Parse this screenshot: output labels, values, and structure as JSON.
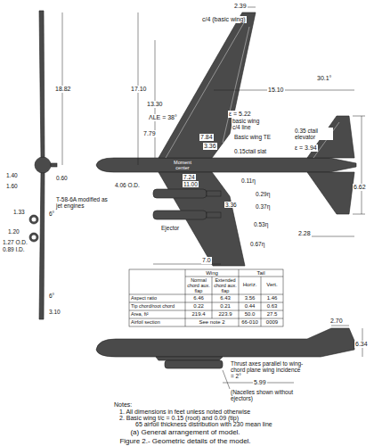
{
  "diagram": {
    "caption": "(a) General arrangement of model.",
    "labels": [
      "2.39",
      "c/4 (basic wing)",
      "18.82",
      "17.10",
      "13.30",
      "7.79",
      "15.10",
      "30.1°",
      "ε = 5.22",
      "basic wing c/4 line",
      "ΛLE = 38°",
      "7.84",
      "Basic wing TE",
      "3.36",
      "0.35 ctail elevator",
      "ε = 3.94",
      "0.15ctail slat",
      "Moment center",
      "7.24",
      "11.00",
      "0.11η",
      "4.06 O.D.",
      "T-58-6A modified as jet engines",
      "3.36",
      "0.29η",
      "0.37η",
      "Ejector",
      "0.53η",
      "6.62",
      "2.28",
      "0.67η",
      "7.0",
      "1.40",
      "0.60",
      "1.60",
      "1.33",
      "6°",
      "1.20",
      "1.27 O.D.",
      "0.89 I.D.",
      "6°",
      "3.10",
      "Wing",
      "Tail",
      "Normal chord aux. flap",
      "Extended chord aux. flap",
      "Horiz.",
      "Vert.",
      "Aspect ratio",
      "6.46",
      "6.43",
      "3.56",
      "1.46",
      "Tip chord/root chord",
      "0.22",
      "0.21",
      "0.44",
      "0.63",
      "Area, ft²",
      "219.4",
      "223.9",
      "50.0",
      "27.5",
      "Airfoil section",
      "See note 2",
      "66-010",
      "0009",
      "2.70",
      "6.34",
      "Thrust axes parallel to wing-chord plane wing incidence = 2°",
      "5.99",
      "(Nacelles shown without ejectors)",
      "Notes:",
      "1. All dimensions in feet unless noted otherwise",
      "2. Basic wing t/c = 0.15 (root) and 0.09 (tip)",
      "65 airfoil thickness distribution with 230 mean line",
      "Figure 2.- Geometric details of the model."
    ]
  }
}
